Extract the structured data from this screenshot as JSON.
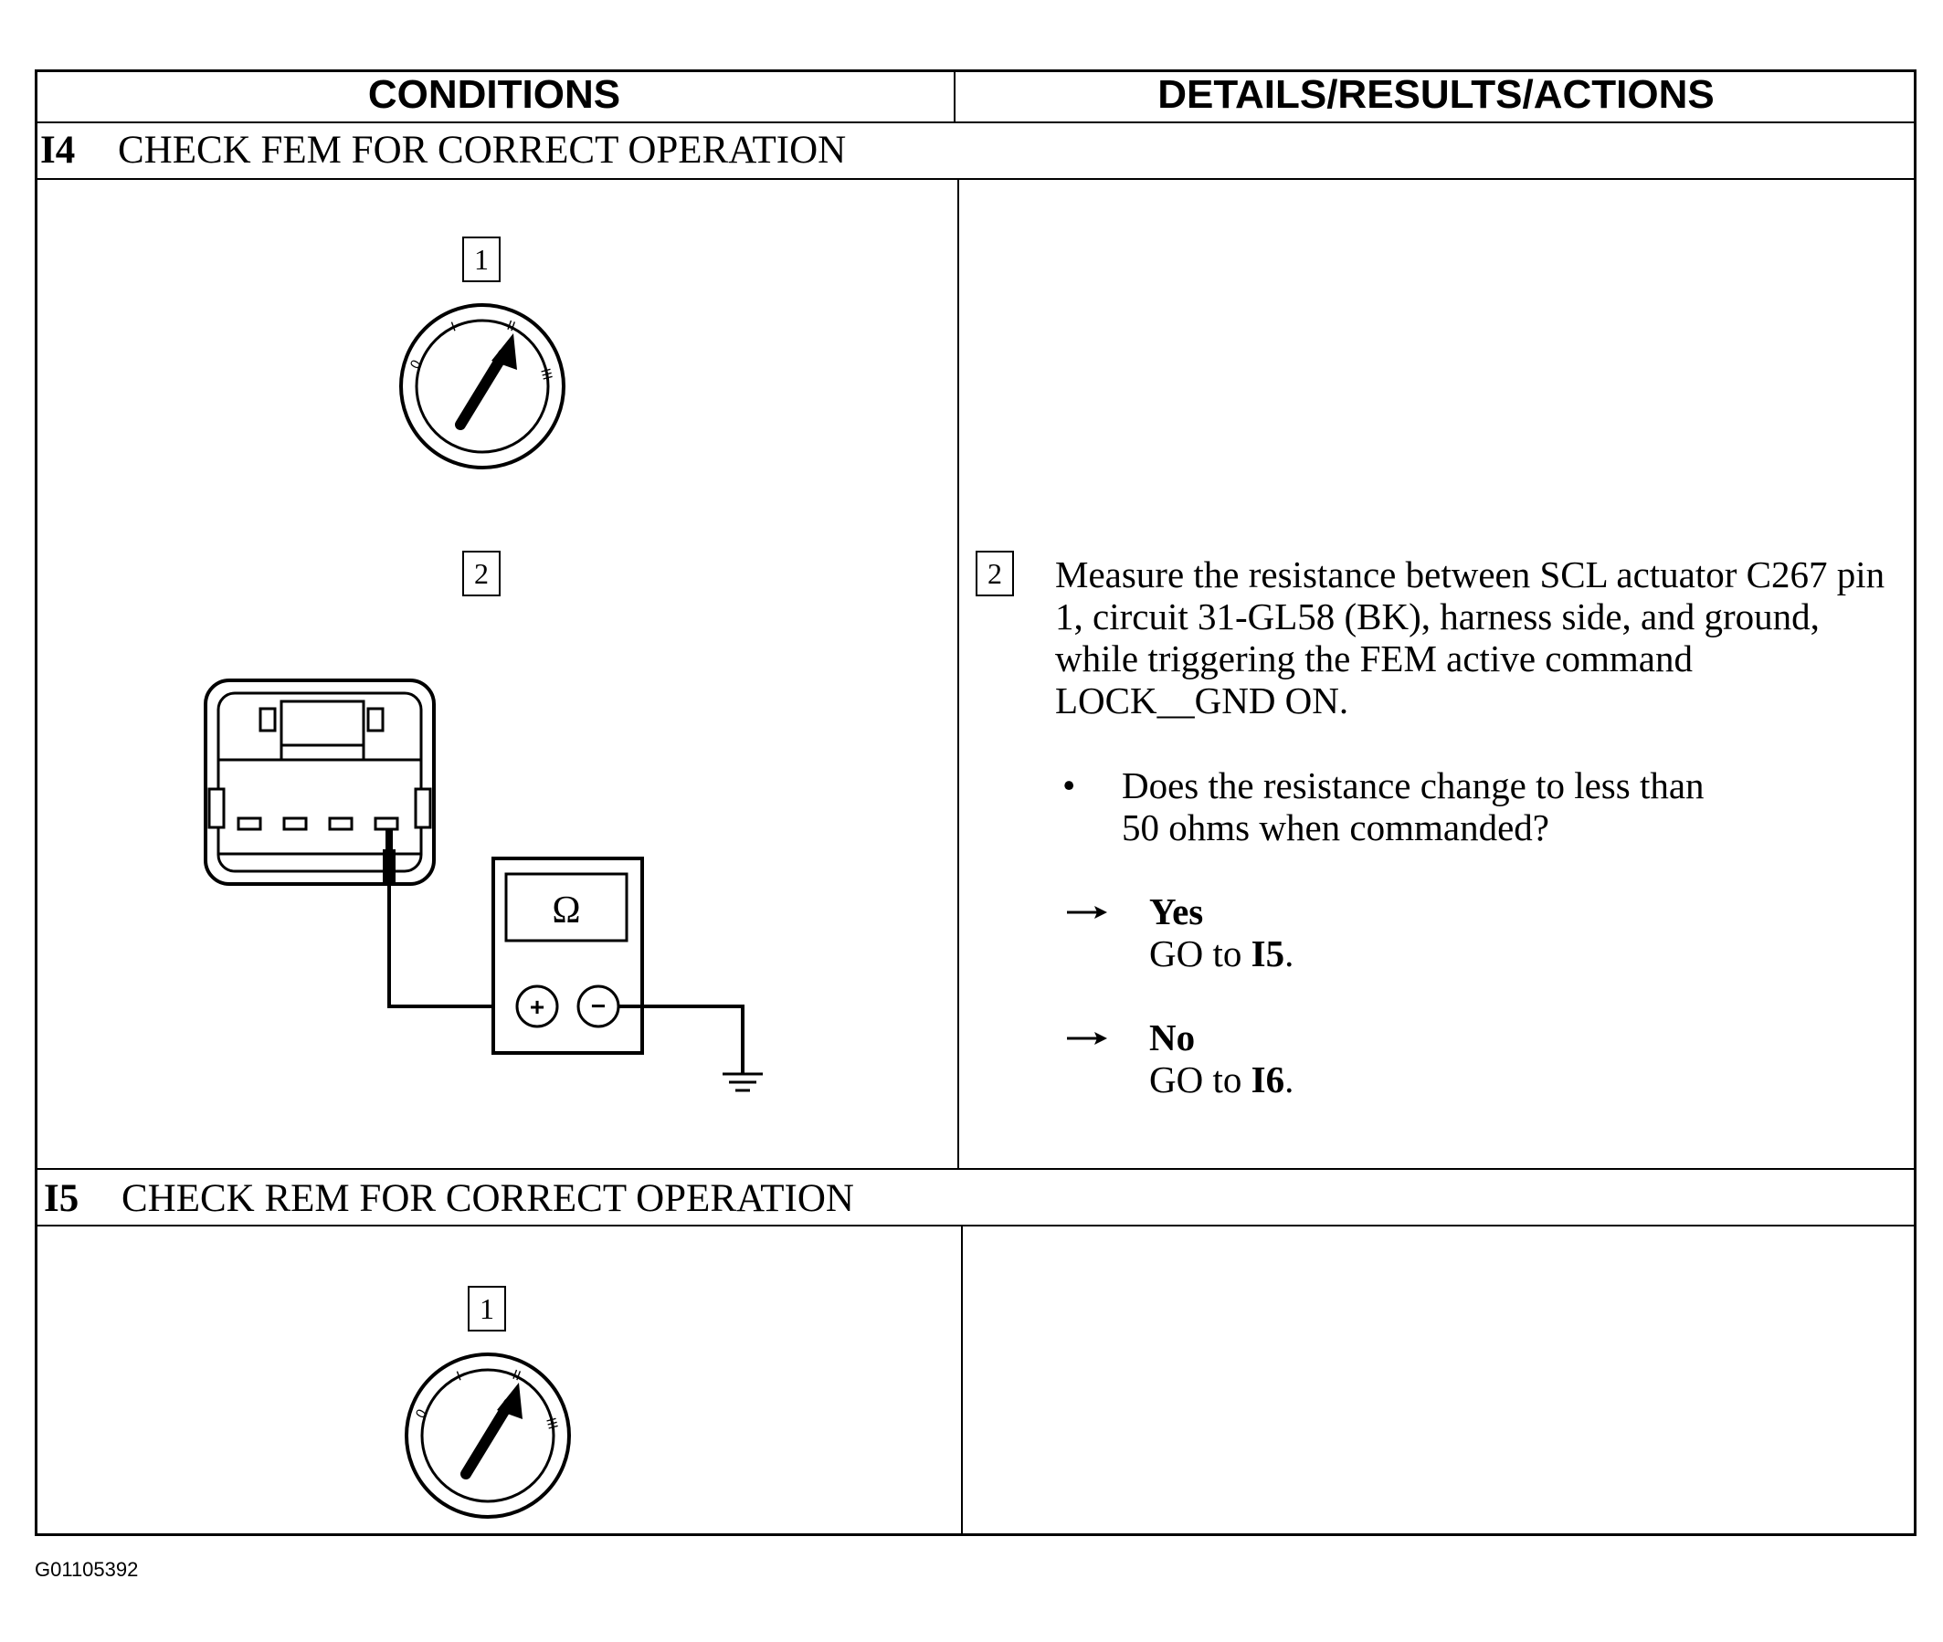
{
  "header": {
    "conditions": "CONDITIONS",
    "details": "DETAILS/RESULTS/ACTIONS"
  },
  "sections": [
    {
      "id": "I4",
      "title": "CHECK FEM FOR CORRECT OPERATION",
      "step1_label": "1",
      "step2_label": "2",
      "multimeter_symbol": "Ω",
      "plus_symbol": "+",
      "minus_symbol": "−",
      "ignition_positions": [
        "0",
        "I",
        "II",
        "III"
      ],
      "details": {
        "step_label": "2",
        "instruction": "Measure the resistance between SCL actuator C267 pin 1, circuit 31-GL58 (BK), harness side, and ground, while triggering the FEM active command LOCK__GND ON.",
        "bullet": "Does the resistance change to less than 50 ohms when commanded?",
        "yes_label": "Yes",
        "yes_action_prefix": "GO to ",
        "yes_action_target": "I5",
        "no_label": "No",
        "no_action_prefix": "GO to ",
        "no_action_target": "I6"
      }
    },
    {
      "id": "I5",
      "title": "CHECK REM FOR CORRECT OPERATION",
      "step1_label": "1"
    }
  ],
  "icons": {
    "ignition_switch": "ignition-key-icon",
    "multimeter": "ohmmeter-icon",
    "connector": "connector-icon",
    "ground": "ground-symbol-icon",
    "arrow": "right-arrow-icon"
  },
  "footer": {
    "figure_id": "G01105392"
  }
}
